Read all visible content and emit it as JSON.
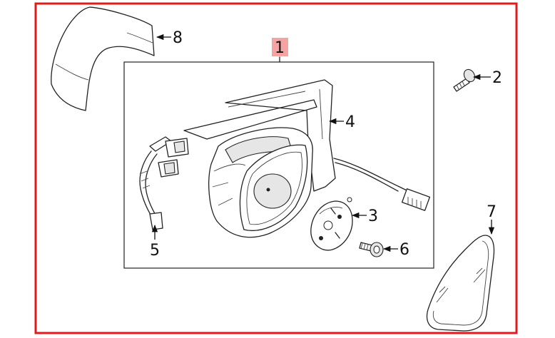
{
  "diagram": {
    "frame_color": "#e01b1b",
    "highlight_color": "#f4a3a3",
    "callouts": [
      {
        "id": "1",
        "label": "1"
      },
      {
        "id": "2",
        "label": "2"
      },
      {
        "id": "3",
        "label": "3"
      },
      {
        "id": "4",
        "label": "4"
      },
      {
        "id": "5",
        "label": "5"
      },
      {
        "id": "6",
        "label": "6"
      },
      {
        "id": "7",
        "label": "7"
      },
      {
        "id": "8",
        "label": "8"
      }
    ]
  }
}
